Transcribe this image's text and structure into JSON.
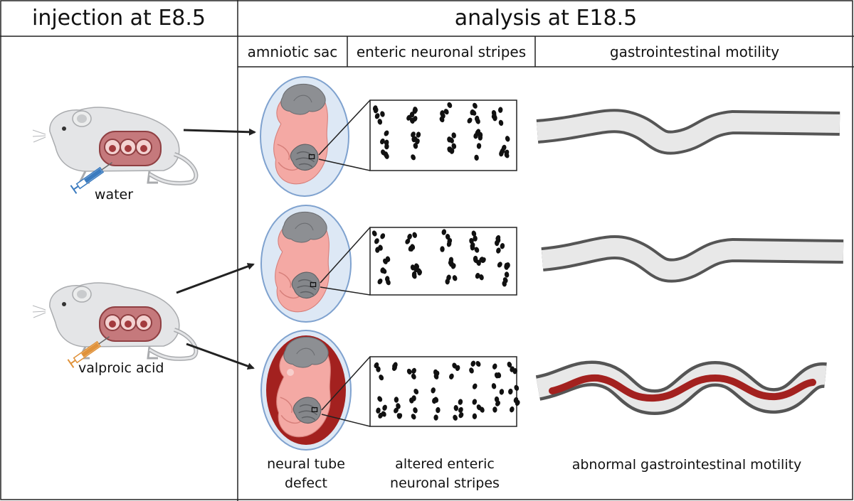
{
  "header": {
    "left_title": "injection at E8.5",
    "right_title": "analysis at E18.5",
    "columns": [
      "amniotic sac",
      "enteric neuronal stripes",
      "gastrointestinal motility"
    ]
  },
  "groups": [
    {
      "label": "water",
      "syringe_color": "#3b7bbf"
    },
    {
      "label": "valproic acid",
      "syringe_color": "#e0923a"
    }
  ],
  "bottom_labels": {
    "sac": [
      "neural tube",
      "defect"
    ],
    "stripes": [
      "altered enteric",
      "neuronal stripes"
    ],
    "motility": [
      "abnormal gastrointestinal motility"
    ]
  },
  "colors": {
    "amniotic_sac": "#dde8f5",
    "sac_outline": "#7fa2cf",
    "defect_sac": "#a3211f",
    "embryo": "#f4a9a4",
    "brain": "#8d8f93",
    "gut": "#7a7c80",
    "stripe_dots": "#111111",
    "gut_tube_fill": "#e8e8e8",
    "gut_tube_wall": "#555555",
    "abnormal_lumen": "#a3211f",
    "mouse_body": "#e4e5e7"
  }
}
